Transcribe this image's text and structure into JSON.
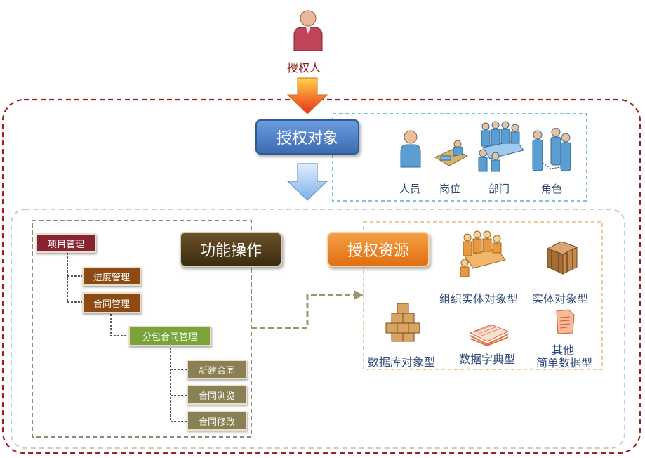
{
  "grantor": {
    "label": "授权人"
  },
  "auth_object": {
    "title": "授权对象",
    "items": [
      "人员",
      "岗位",
      "部门",
      "角色"
    ]
  },
  "function_ops": {
    "title": "功能操作",
    "tree": {
      "root": "项目管理",
      "level1": [
        "进度管理",
        "合同管理"
      ],
      "level2": "分包合同管理",
      "level3": [
        "新建合同",
        "合同浏览",
        "合同修改"
      ]
    }
  },
  "auth_resource": {
    "title": "授权资源",
    "items": [
      "组织实体对象型",
      "实体对象型",
      "数据库对象型",
      "数据字典型",
      "其他",
      "简单数据型"
    ]
  },
  "colors": {
    "outer_border": "#a31e1e",
    "inner_border": "#c9ccd1",
    "auth_object_border": "#7fc5d8",
    "resource_border": "#f2c89b",
    "tree_border": "#8c8c6e",
    "auth_object_box": "#4a7fc1",
    "function_box": "#4d3a17",
    "resource_box": "#ec7a1e",
    "root_node": "#8a2331",
    "level1_node": "#8e4a14",
    "level2_node": "#7aa33a",
    "level3_node": "#8a8054"
  }
}
